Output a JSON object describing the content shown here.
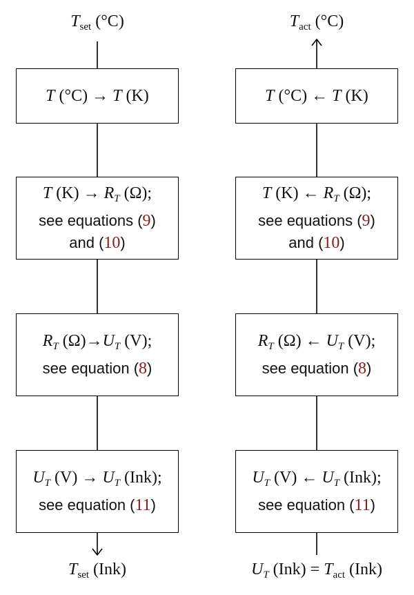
{
  "left": {
    "top_label": {
      "sym": "T",
      "sub": "set",
      "unit": "(°C)"
    },
    "box1": {
      "a": "T",
      "au": "(°C)",
      "arrow": "→",
      "b": "T",
      "bu": "(K)"
    },
    "box2": {
      "a": "T",
      "au": "(K)",
      "arrow": "→",
      "b": "R",
      "bsub": "T",
      "bu": "(Ω);",
      "line2_text": "see equations (",
      "line2_ref": "9",
      "line2_end": ")",
      "line3_text": "and (",
      "line3_ref": "10",
      "line3_end": ")"
    },
    "box3": {
      "a": "R",
      "asub": "T",
      "au": "(Ω)",
      "arrow": "→",
      "b": "U",
      "bsub": "T",
      "bu": "(V);",
      "line2_text": "see equation (",
      "line2_ref": "8",
      "line2_end": ")"
    },
    "box4": {
      "a": "U",
      "asub": "T",
      "au": "(V)",
      "arrow": "→",
      "b": "U",
      "bsub": "T",
      "bu": "(Ink);",
      "line2_text": "see equation (",
      "line2_ref": "11",
      "line2_end": ")"
    },
    "bottom_label": {
      "sym": "T",
      "sub": "set",
      "unit": "(Ink)"
    }
  },
  "right": {
    "top_label": {
      "sym": "T",
      "sub": "act",
      "unit": "(°C)"
    },
    "box1": {
      "a": "T",
      "au": "(°C)",
      "arrow": "←",
      "b": "T",
      "bu": "(K)"
    },
    "box2": {
      "a": "T",
      "au": "(K)",
      "arrow": "←",
      "b": "R",
      "bsub": "T",
      "bu": "(Ω);",
      "line2_text": "see equations (",
      "line2_ref": "9",
      "line2_end": ")",
      "line3_text": "and (",
      "line3_ref": "10",
      "line3_end": ")"
    },
    "box3": {
      "a": "R",
      "asub": "T",
      "au": "(Ω)",
      "arrow": "←",
      "b": "U",
      "bsub": "T",
      "bu": "(V);",
      "line2_text": "see equation (",
      "line2_ref": "8",
      "line2_end": ")"
    },
    "box4": {
      "a": "U",
      "asub": "T",
      "au": "(V)",
      "arrow": "←",
      "b": "U",
      "bsub": "T",
      "bu": "(Ink);",
      "line2_text": "see equation (",
      "line2_ref": "11",
      "line2_end": ")"
    },
    "bottom_label": {
      "a": "U",
      "asub": "T",
      "au": "(Ink)",
      "eq": "=",
      "sym": "T",
      "sub": "act",
      "unit": "(Ink)"
    }
  }
}
